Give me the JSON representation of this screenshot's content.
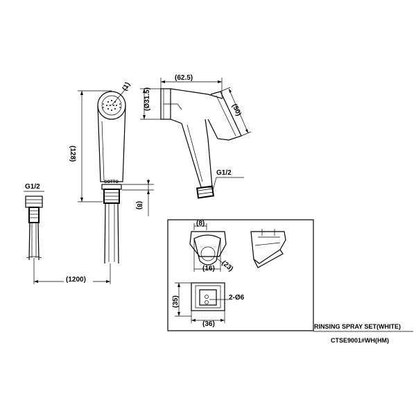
{
  "dimensions": {
    "spray_head_hole": "(1)",
    "head_length": "(128)",
    "thread_length": "(8)",
    "inlet_thread_left": "G1/2",
    "hose_length": "(1200)",
    "side_length": "(62.5)",
    "side_diameter": "(Ø31.5)",
    "nozzle_depth": "(50)",
    "side_thread": "G1/2",
    "holder_top_width": "(8)",
    "holder_inner": "(16)",
    "holder_radius": "(23)",
    "holder_height": "(35)",
    "holder_width": "(36)",
    "mounting_holes": "2-Ø6"
  },
  "brand_mark": "COTTO",
  "title_block": {
    "product_name": "RINSING SPRAY SET(WHITE)",
    "model_code": "CTSE9001#WH(HM)"
  }
}
